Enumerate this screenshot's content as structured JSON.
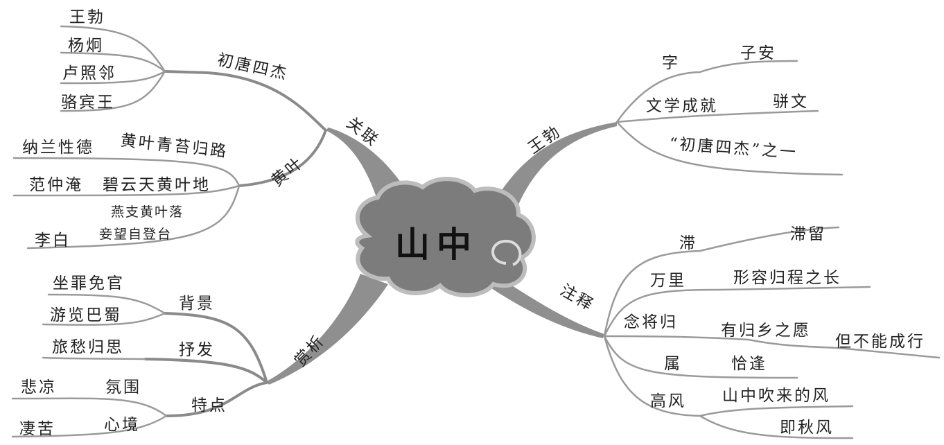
{
  "center": {
    "label": "山中"
  },
  "topics": {
    "wangbo": {
      "label": "王勃",
      "items": {
        "zi": "字",
        "zi_value": "子安",
        "achievement": "文学成就",
        "achievement_value": "骈文",
        "four_masters": "“初唐四杰”之一"
      }
    },
    "notes": {
      "label": "注释",
      "items": {
        "zhi": "滞",
        "zhi_value": "滞留",
        "wanli": "万里",
        "wanli_value": "形容归程之长",
        "nianjianggui": "念将归",
        "nianjianggui_value1": "有归乡之愿",
        "nianjianggui_value2": "但不能成行",
        "shu": "属",
        "shu_value": "恰逢",
        "gaofeng": "高风",
        "gaofeng_value1": "山中吹来的风",
        "gaofeng_value2": "即秋风"
      }
    },
    "relation": {
      "label": "关联",
      "four_masters": {
        "label": "初唐四杰",
        "members": [
          "王勃",
          "杨炯",
          "卢照邻",
          "骆宾王"
        ]
      },
      "yellow_leaves": {
        "label": "黄叶",
        "nalan": "纳兰性德",
        "nalan_line": "黄叶青苔归路",
        "fan": "范仲淹",
        "fan_line": "碧云天黄叶地",
        "libai": "李白",
        "libai_line1": "燕支黄叶落",
        "libai_line2": "妾望自登台"
      }
    },
    "appreciation": {
      "label": "赏析",
      "background": {
        "label": "背景",
        "item1": "坐罪免官",
        "item2": "游览巴蜀"
      },
      "express": {
        "label": "抒发",
        "item1": "旅愁归思"
      },
      "features": {
        "label": "特点",
        "atmosphere": "氛围",
        "atmosphere_value": "悲凉",
        "mood": "心境",
        "mood_value": "凄苦"
      }
    }
  }
}
